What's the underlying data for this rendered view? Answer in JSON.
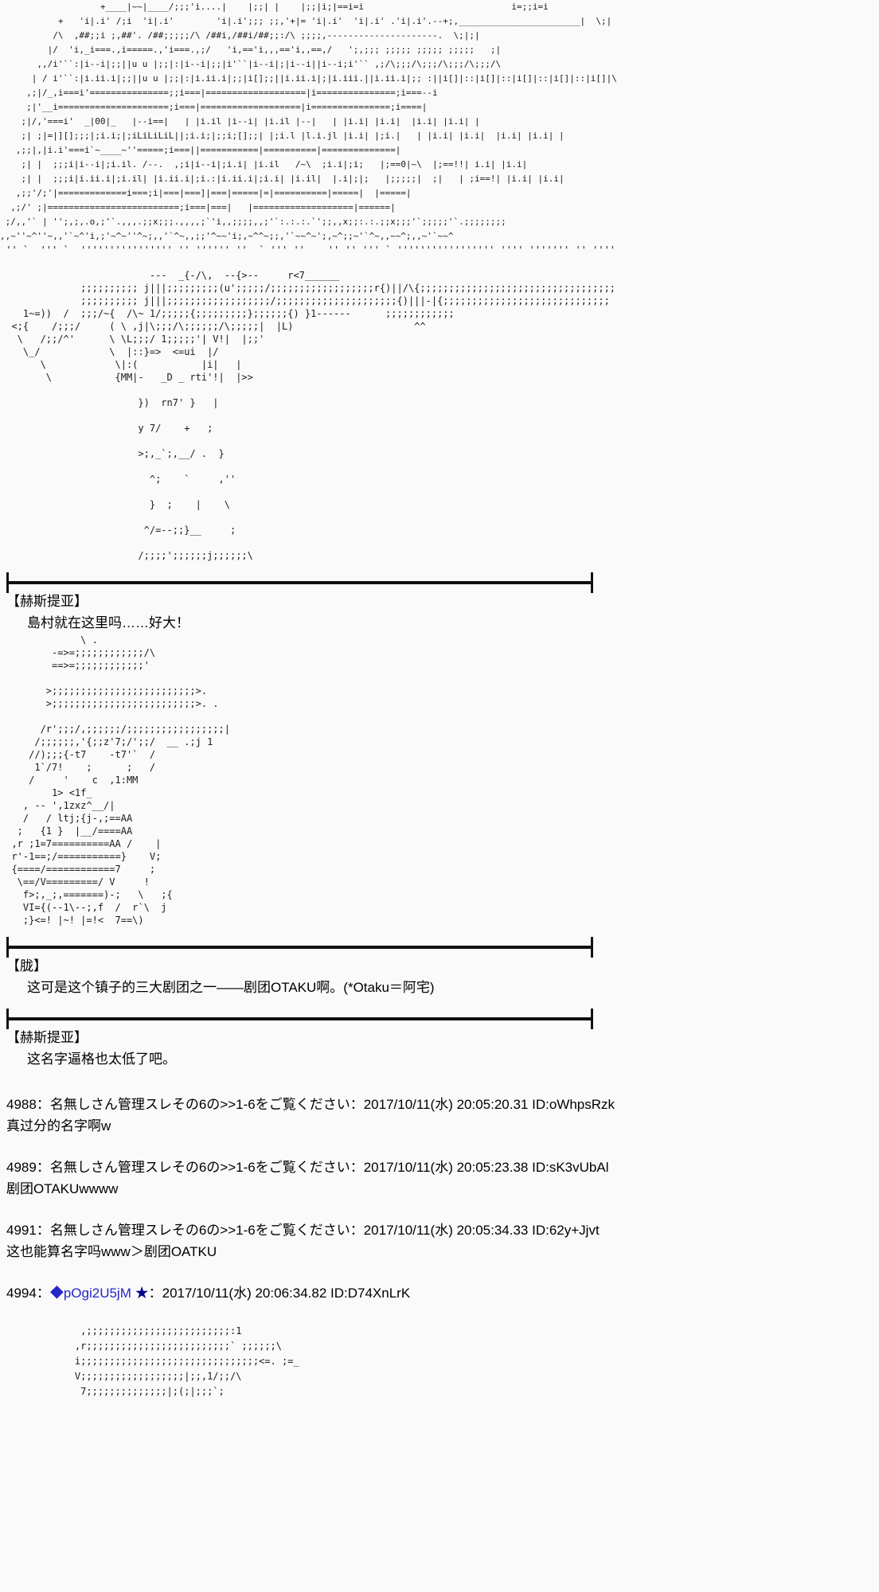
{
  "sep": "：",
  "space": " ",
  "colors": {
    "background": "#fafafa",
    "text": "#000000",
    "divider": "#111111",
    "tripcode_blue": "#2626c9",
    "star_navy": "#00008b"
  },
  "ascii": {
    "building": "                   +____|~~|____/;;;'i....|    |;;| |    |;;|i;|==i=i                            i=;;i=i\n           +   'i|.i' /;i  'i|.i'        'i|.i';;; ;;,'+|= 'i|.i'  'i|.i' .'i|.i'.--+;,_______________________|  \\;|\n          /\\  ,##;;i ;,##'. /##;;;;;/\\ /##i,/##i/##;;:/\\ ;;;;,---------------------.  \\;|;|\n         |/  'i,_i===.,i=====.,'i===.,;/   'i,=='i,,,=='i,,==,/   ';,;;; ;;;;; ;;;;; ;;;;;   ;|\n       ,,/i'``:|i--i|;;||u u |;;|:|i--i|;;|i'``|i--i|;|i--i||i--i;i'`` ,;/\\;;;/\\;;;/\\;;;/\\;;;/\\\n      | / i'``:|i.ii.i|;;||u u |;;|:|i.ii.i|;;|i[];;||i.ii.i|;|i.iii.||i.ii.i|;; :||i[]|::|i[]|::|i[]|::|i[]|::|i[]|\\\n     ,;|/_,i===i'===============;;i===|===================|i===============;i===--i\n     ;|'__i=====================;i===|===================|i===============;i====|\n    ;|/,'===i'  _|00|_   |--i==|   | |i.il |i--i| |i.il |--|   | |i.i| |i.i|  |i.i| |i.i| |\n    ;| ;|=|][];;;|;i.i;|;iLiLiLiL||;i.i;|;;i;[];;| |;i.l |l.i.jl |i.i| |;i.|   | |i.i| |i.i|  |i.i| |i.i| |\n   ,;;|,|i.i'===i`~____~''=====;i===||===========|==========|==============|\n    ;| |  ;;;i|i--i|;i.il. /--.  ,;i|i--i|;i.i| |i.il   /~\\  ;i.i|;i;   |;==0|~\\  |;==!!| i.i| |i.i|\n    ;| |  ;;;i|i.ii.i|;i.il| |i.ii.i|;i.:|i.ii.i|;i.i| |i.il|  |.i|;|;   |;;;;;|  ;|   | ;i==!| |i.i| |i.i|\n   ,;;'/;'|=============i===;i|===|===]|===|=====|=|==========|=====|  |=====|\n  ,;/' ;|=========================;i===|===|   |===================|======|\n ;/,,'` | '';,;,.o,;'`.,,,.;;x;;;.,,,,;`'i,,;;;;,,;'`:.:.:.`';;,,x;;:.:.;;x;;;'`;;;;;'`.;;;;;;;;\n,,~''~^''~,,'`~^'i,;'~^~''^~;,,'`^~,,;;'^~~'i;,~^^~;;,'`~~^~';,~^;;~'`^~,,~~^;,,~'`~~^",
    "hestia": " '' `  ''' `  '''''''''''''''' '' '''''' ''  ` ''' ''    '' '' ''' ` ''''''''''''''''' '''' ''''''' '' ''''\n\n                          ---  _{-/\\,  --{>--     r<7______\n              ;;;;;;;;;; j|||;;;;;;;;;(u';;;;;/;;;;;;;;;;;;;;;;;;r{)||/\\{;;;;;;;;;;;;;;;;;;;;;;;;;;;;;;;;;;\n              ;;;;;;;;;; j|||;;;;;;;;;;;;;;;;;;/;;;;;;;;;;;;;;;;;;;;;{)|||-|{;;;;;;;;;;;;;;;;;;;;;;;;;;;;;\n    1~=))  /  ;;;/~{  /\\~ 1/;;;;;{;;;;;;;;;};;;;;;{) }1------      ;;;;;;;;;;;;\n  <;{    /;;;/     ( \\ ,j|\\;;;/\\;;;;;;/\\;;;;;|  |L)                     ^^\n   \\   /;;/^'      \\ \\L;;;/ 1;;;;;'| V!|  |;;'\n    \\_/            \\  |::}=>  <=ui  |/\n       \\            \\|:(           |i|   |\n        \\           {MM|-   _D _ rti'!|  |>>\n\n                        })  rn7' }   |\n\n                        y 7/    +   ;\n\n                        >;,_`;,__/ .  }\n\n                          ^;    `     ,''\n\n                          }  ;    |    \\\n\n                         ^/=--;;}__     ;\n\n                        /;;;;';;;;;;j;;;;;;\\",
    "oboro": "              \\ .\n         -=>=;;;;;;;;;;;;/\\\n         ==>=;;;;;;;;;;;;'\n\n        >;;;;;;;;;;;;;;;;;;;;;;;;;>.\n        >;;;;;;;;;;;;;;;;;;;;;;;;;>. .\n\n       /r';;;/,;;;;;;/;;;;;;;;;;;;;;;;;|\n      /;;;;;;,'{;;z'7;/';;/  __ .;j 1\n     //);;;{-t7    -t7'`  /\n      1`/7!    ;      ;   /\n     /     '    c  ,1:MM\n         1> <1f_\n    , -- ',1zxz^__/|\n    /   / ltj;{j-,;==AA\n   ;   {1 }  |__/====AA\n  ,r ;1=7==========AA /    |\n  r'-1==;/===========}    V;\n  {====/============7     ;\n   \\==/V=========/ V     !\n    f>;,_;,=======)-;   \\   ;{\n    VI={(--1\\--;,f  /  r`\\  j\n    ;}<=! |~! |=!<  7==\\)",
    "bottom": "              ,;;;;;;;;;;;;;;;;;;;;;;;;;:1\n             ,r;;;;;;;;;;;;;;;;;;;;;;;;;` ;;;;;;\\\n             i;;;;;;;;;;;;;;;;;;;;;;;;;;;;;;;<=. ;=_\n             V;;;;;;;;;;;;;;;;;;|;;,1/;;/\\\n              7;;;;;;;;;;;;;;|;(;|;;;`;"
  },
  "dialogues": [
    {
      "speaker": "【赫斯提亚】",
      "line": "島村就在这里吗……好大！"
    },
    {
      "speaker": "【胧】",
      "line": "这可是这个镇子的三大剧团之一——剧团OTAKU啊。(*Otaku＝阿宅)"
    },
    {
      "speaker": "【赫斯提亚】",
      "line": "这名字逼格也太低了吧。"
    }
  ],
  "posts": [
    {
      "number": "4988",
      "name": "名無しさん管理スレその6の>>1-6をご覧ください",
      "stamp": "2017/10/11(水) 20:05:20.31 ID:oWhpsRzk",
      "body": "真过分的名字啊w"
    },
    {
      "number": "4989",
      "name": "名無しさん管理スレその6の>>1-6をご覧ください",
      "stamp": "2017/10/11(水) 20:05:23.38 ID:sK3vUbAl",
      "body": "剧团OTAKUwwww"
    },
    {
      "number": "4991",
      "name": "名無しさん管理スレその6の>>1-6をご覧ください",
      "stamp": "2017/10/11(水) 20:05:34.33 ID:62y+Jjvt",
      "body": "这也能算名字吗www＞剧团OATKU"
    },
    {
      "number": "4994",
      "trip": "◆pOgi2U5jM",
      "star": "★",
      "stamp": "2017/10/11(水) 20:06:34.82 ID:D74XnLrK",
      "body": ""
    }
  ]
}
